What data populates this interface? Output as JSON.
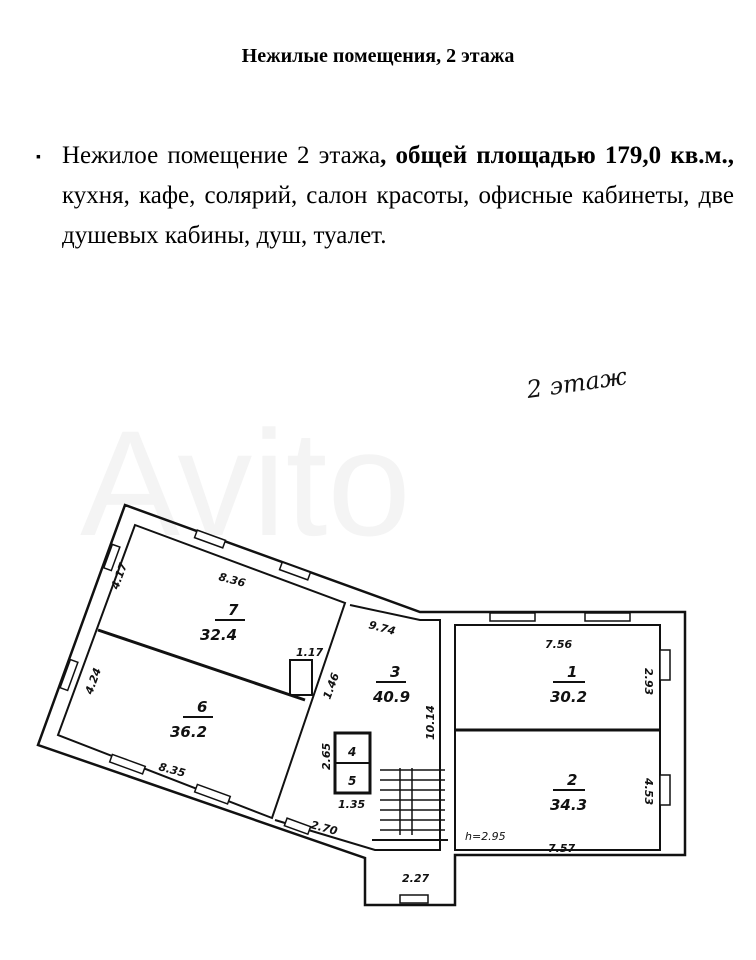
{
  "document": {
    "title": "Нежилые помещения, 2 этажа",
    "bullet": "▪",
    "paragraph": {
      "part1": "Нежилое помещение 2 этажа",
      "bold": ", общей площадью 179,0 кв.м.,",
      "part2": " кухня, кафе, солярий, салон красоты, офисные кабинеты, две душевых кабины, душ, туалет."
    }
  },
  "floor_plan": {
    "handwritten_label": "2 этаж",
    "watermark": "Avito",
    "rooms": [
      {
        "number": "7",
        "area": "32.4"
      },
      {
        "number": "6",
        "area": "36.2"
      },
      {
        "number": "3",
        "area": "40.9"
      },
      {
        "number": "1",
        "area": "30.2"
      },
      {
        "number": "2",
        "area": "34.3"
      },
      {
        "number": "4",
        "area": ""
      },
      {
        "number": "5",
        "area": ""
      }
    ],
    "dimensions": {
      "d1": "8.36",
      "d2": "4.17",
      "d3": "4.24",
      "d4": "8.35",
      "d5": "9.74",
      "d6": "1.17",
      "d7": "1.46",
      "d8": "2.65",
      "d9": "1.35",
      "d10": "2.70",
      "d11": "10.14",
      "d12": "7.56",
      "d13": "2.93",
      "d14": "4.53",
      "d15": "7.57",
      "d16": "2.27",
      "height": "h=2.95"
    }
  }
}
